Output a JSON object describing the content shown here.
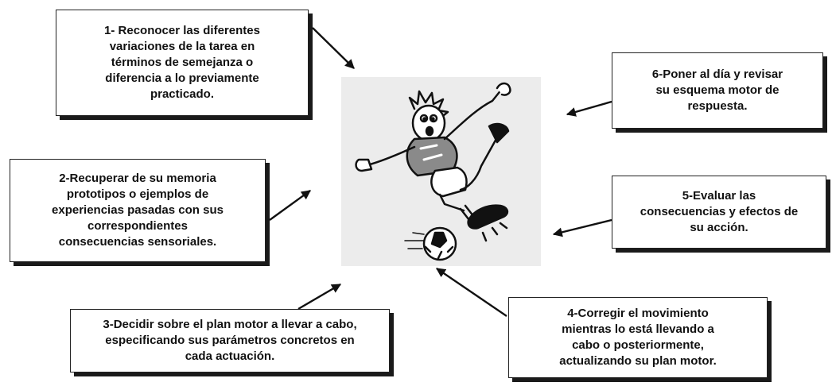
{
  "steps": [
    {
      "id": "b1",
      "text": "1- Reconocer las diferentes\nvariaciones de la tarea en\ntérminos de semejanza o\ndiferencia a lo previamente\npracticado."
    },
    {
      "id": "b2",
      "text": "2-Recuperar de su memoria\nprototipos o ejemplos de\nexperiencias pasadas con sus\ncorrespondientes\nconsecuencias sensoriales."
    },
    {
      "id": "b3",
      "text": "3-Decidir sobre el plan motor a llevar a cabo,\nespecificando sus parámetros concretos en\ncada actuación."
    },
    {
      "id": "b4",
      "text": "4-Corregir el movimiento\nmientras lo está llevando a\ncabo o posteriormente,\nactualizando su plan motor."
    },
    {
      "id": "b5",
      "text": "5-Evaluar las\nconsecuencias y efectos de\nsu acción."
    },
    {
      "id": "b6",
      "text": "6-Poner al día y revisar\nsu esquema motor de\nrespuesta."
    }
  ],
  "image": {
    "subject": "cartoon-soccer-player-kicking-ball"
  },
  "colors": {
    "box_border": "#222222",
    "shadow": "#1a1a1a",
    "image_bg": "#ececec",
    "arrow": "#111111"
  }
}
